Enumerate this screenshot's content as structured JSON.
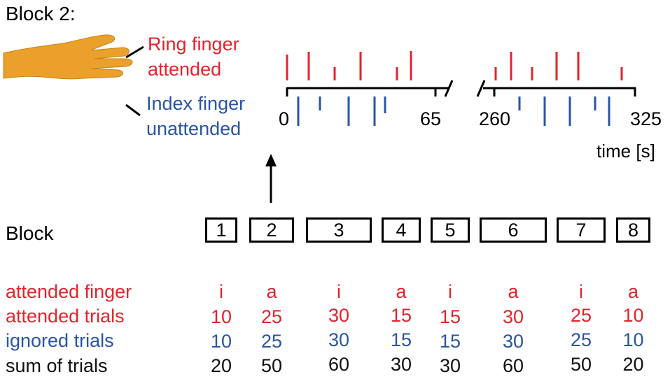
{
  "title": "Block 2:",
  "labels": {
    "ring_line1": "Ring finger",
    "ring_line2": "attended",
    "index_line1": "Index finger",
    "index_line2": "unattended"
  },
  "timeline": {
    "tick_0": "0",
    "tick_65": "65",
    "tick_260": "260",
    "tick_325": "325",
    "time_label": "time [s]"
  },
  "block_row_label": "Block",
  "blocks": [
    "1",
    "2",
    "3",
    "4",
    "5",
    "6",
    "7",
    "8"
  ],
  "table": {
    "row_labels": {
      "attended_finger": "attended finger",
      "attended_trials": "attended trials",
      "ignored_trials": "ignored trials",
      "sum_of_trials": "sum of trials"
    },
    "attended_finger": [
      "i",
      "a",
      "i",
      "a",
      "i",
      "a",
      "i",
      "a"
    ],
    "attended_trials": [
      "10",
      "25",
      "30",
      "15",
      "15",
      "30",
      "25",
      "10"
    ],
    "ignored_trials": [
      "10",
      "25",
      "30",
      "15",
      "15",
      "30",
      "25",
      "10"
    ],
    "sum_of_trials": [
      "20",
      "50",
      "60",
      "30",
      "30",
      "60",
      "50",
      "20"
    ]
  },
  "colors": {
    "attended": "#e3232d",
    "ignored": "#2a55a3",
    "hand": "#eba02c"
  }
}
